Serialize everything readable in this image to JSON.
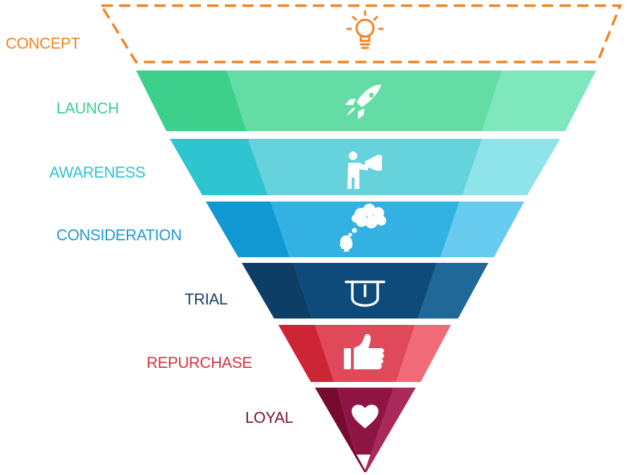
{
  "stages": [
    {
      "label": "CONCEPT",
      "icon": "lightbulb-icon",
      "colors": {
        "label": "#f58220",
        "outline": "#f58220"
      }
    },
    {
      "label": "LAUNCH",
      "icon": "rocket-icon",
      "colors": {
        "label": "#3dcf92",
        "left": "#3dcf8c",
        "mid": "#63dca6",
        "right": "#7ee7bb"
      }
    },
    {
      "label": "AWARENESS",
      "icon": "megaphone-person-icon",
      "colors": {
        "label": "#2ec4d2",
        "left": "#2ec4d0",
        "mid": "#65d2dc",
        "right": "#8fe4ea"
      }
    },
    {
      "label": "CONSIDERATION",
      "icon": "thinking-head-icon",
      "colors": {
        "label": "#1c9ad0",
        "left": "#1197d1",
        "mid": "#33b1e3",
        "right": "#67cbf0"
      }
    },
    {
      "label": "TRIAL",
      "icon": "tongue-face-icon",
      "colors": {
        "label": "#17406a",
        "left": "#0d3f66",
        "mid": "#0e4b7a",
        "right": "#1f6898"
      }
    },
    {
      "label": "REPURCHASE",
      "icon": "thumbs-up-icon",
      "colors": {
        "label": "#d9303e",
        "left": "#cd2436",
        "mid": "#e0495a",
        "right": "#ef6b78"
      }
    },
    {
      "label": "LOYAL",
      "icon": "heart-icon",
      "colors": {
        "label": "#7d1136",
        "left": "#760a30",
        "mid": "#8e1443",
        "right": "#a8295a"
      }
    }
  ]
}
